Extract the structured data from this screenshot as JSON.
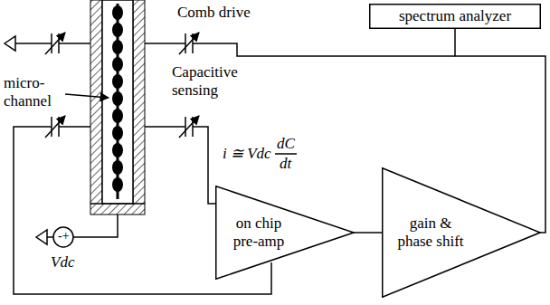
{
  "diagram": {
    "nodes": [
      {
        "text": [
          "spectrum analyzer"
        ]
      },
      {
        "text": [
          "on chip pre-amp"
        ]
      },
      {
        "text": [
          "gain & phase shift"
        ]
      }
    ],
    "edges": [
      {
        "from": 1,
        "to": 2,
        "arrow": "none"
      },
      {
        "from": 2,
        "to": 0,
        "arrow": "none"
      }
    ],
    "labels": [
      "Comb drive",
      "micro- channel",
      "Capacitive sensing",
      "i ≅ Vdc",
      "dC",
      "dt",
      "-+",
      "Vdc"
    ]
  }
}
